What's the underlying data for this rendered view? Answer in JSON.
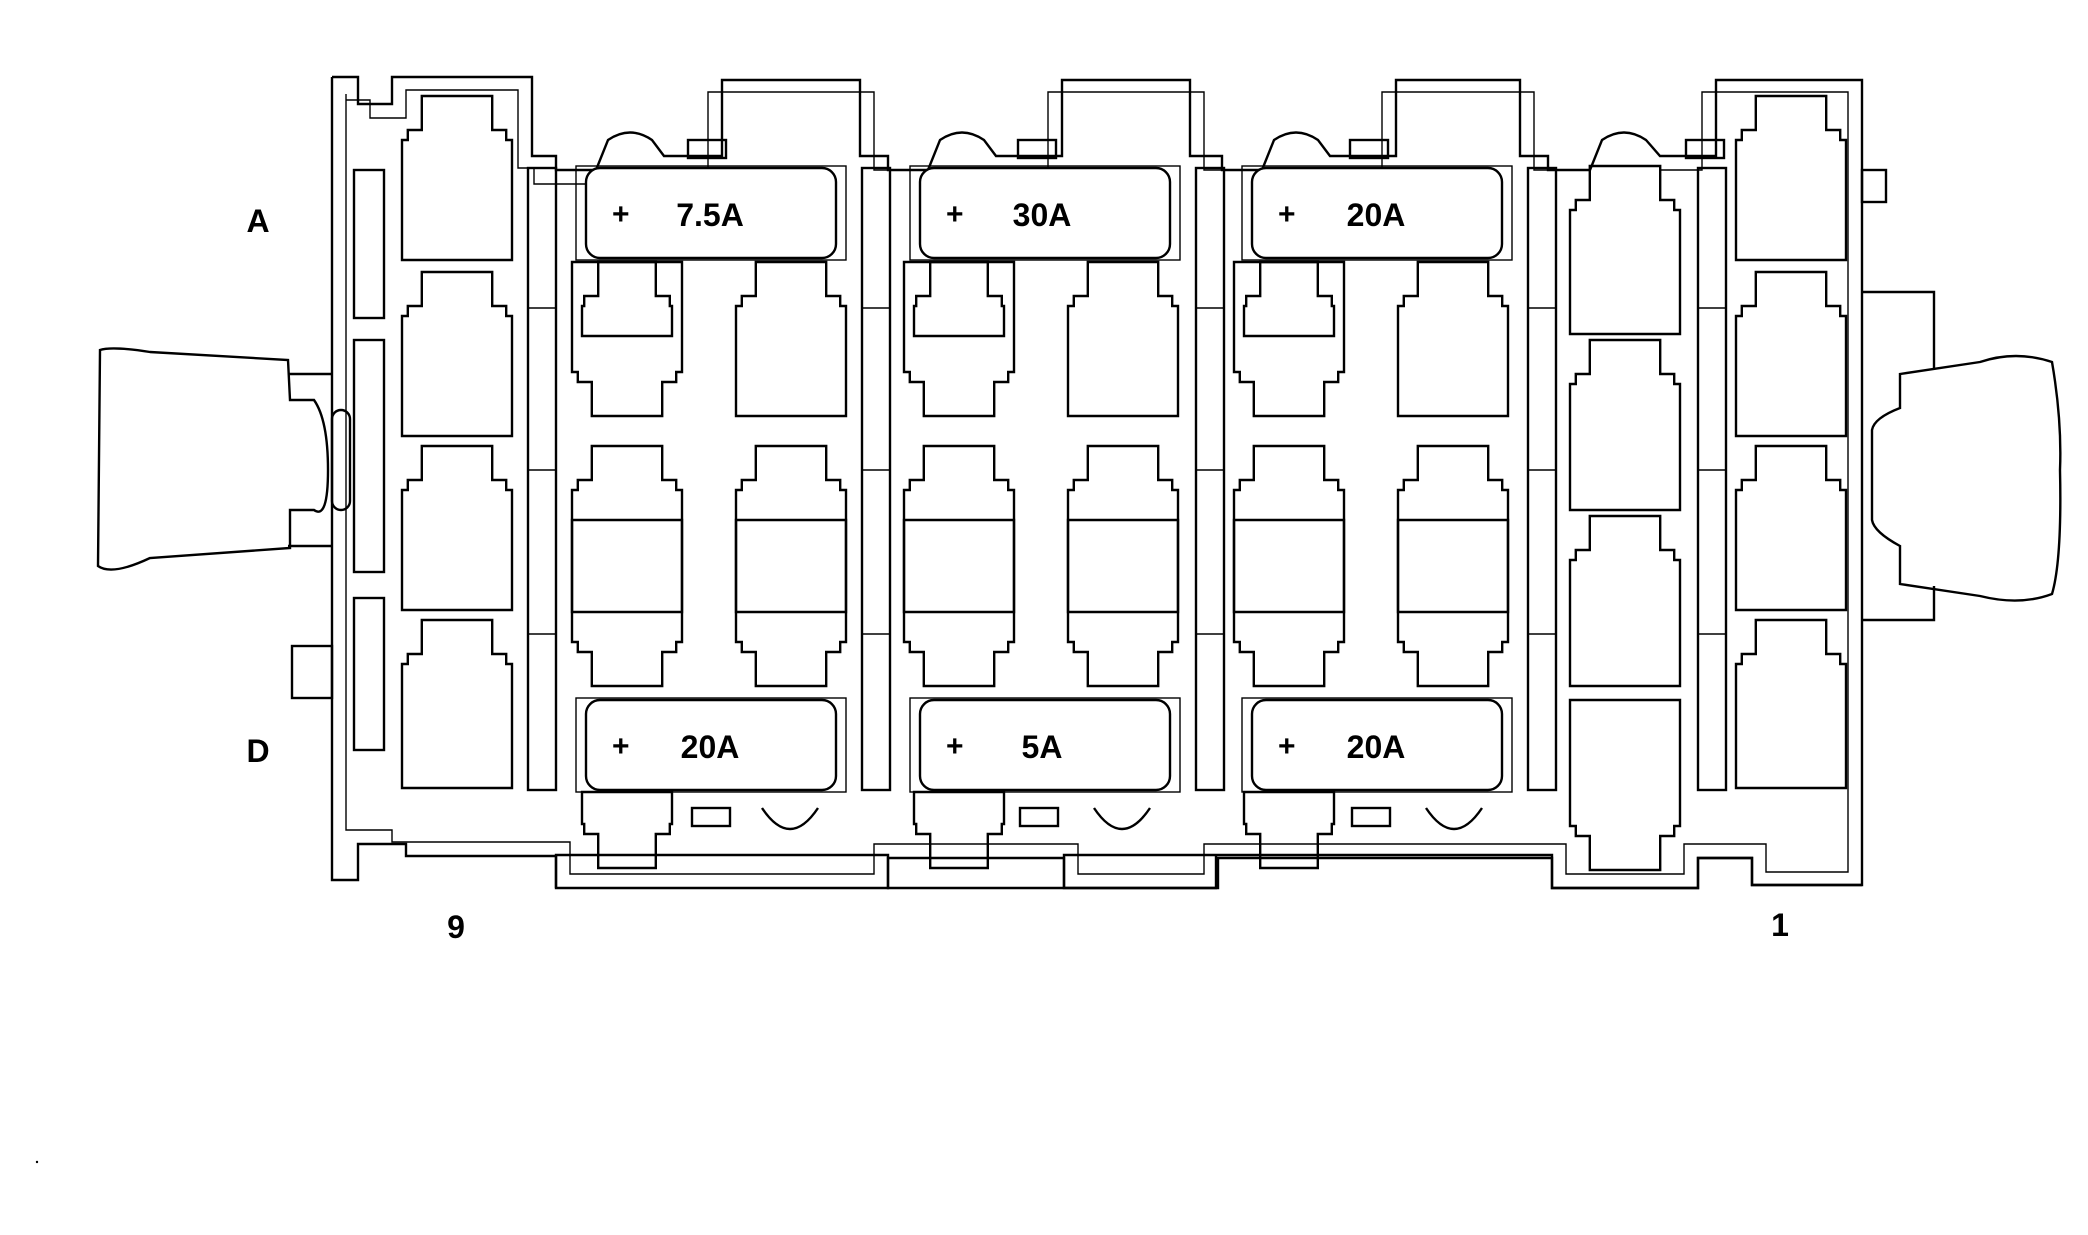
{
  "labels": {
    "row_top": "A",
    "row_bottom": "D",
    "col_left": "9",
    "col_right": "1"
  },
  "fuses": [
    {
      "position": "top-1",
      "polarity": "+",
      "rating": "7.5A"
    },
    {
      "position": "top-2",
      "polarity": "+",
      "rating": "30A"
    },
    {
      "position": "top-3",
      "polarity": "+",
      "rating": "20A"
    },
    {
      "position": "bottom-1",
      "polarity": "+",
      "rating": "20A"
    },
    {
      "position": "bottom-2",
      "polarity": "+",
      "rating": "5A"
    },
    {
      "position": "bottom-3",
      "polarity": "+",
      "rating": "20A"
    }
  ],
  "icons": [
    "left-latch-icon",
    "right-latch-icon",
    "terminal-cavity-icon"
  ],
  "colors": {
    "stroke": "#000000",
    "background": "#ffffff"
  }
}
